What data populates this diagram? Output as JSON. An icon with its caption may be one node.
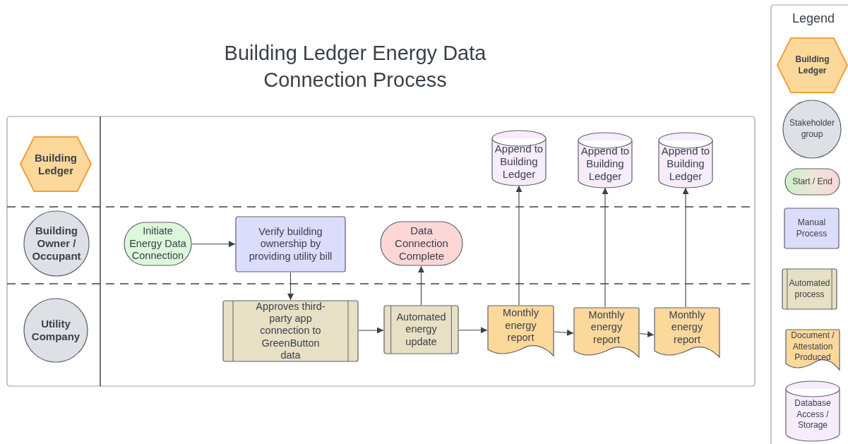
{
  "diagram": {
    "title": "Building Ledger Energy Data Connection Process",
    "nodes": [
      {
        "text": [
          "Building Ledger"
        ]
      },
      {
        "text": [
          "Building Owner / Occupant"
        ]
      },
      {
        "text": [
          "Utility Company"
        ]
      },
      {
        "text": [
          "Append to Building Ledger"
        ]
      },
      {
        "text": [
          "Append to Building Ledger"
        ]
      },
      {
        "text": [
          "Append to Building Ledger"
        ]
      },
      {
        "text": [
          "Initiate Energy Data Connection"
        ]
      },
      {
        "text": [
          "Verify building ownership by providing utility bill"
        ]
      },
      {
        "text": [
          "Data Connection Complete"
        ]
      },
      {
        "text": [
          "Approves third-party app connection to GreenButton data"
        ]
      },
      {
        "text": [
          "Automated energy update"
        ]
      },
      {
        "text": [
          "Monthly energy report"
        ]
      },
      {
        "text": [
          "Monthly energy report"
        ]
      },
      {
        "text": [
          "Monthly energy report"
        ]
      }
    ],
    "edges": [
      {
        "from": 6,
        "to": 7,
        "arrow": "to"
      },
      {
        "from": 7,
        "to": 9,
        "arrow": "to"
      },
      {
        "from": 9,
        "to": 10,
        "arrow": "to"
      },
      {
        "from": 10,
        "to": 8,
        "arrow": "to"
      },
      {
        "from": 10,
        "to": 11,
        "arrow": "to"
      },
      {
        "from": 11,
        "to": 3,
        "arrow": "to"
      },
      {
        "from": 11,
        "to": 12,
        "arrow": "to"
      },
      {
        "from": 12,
        "to": 4,
        "arrow": "to"
      },
      {
        "from": 12,
        "to": 13,
        "arrow": "to"
      },
      {
        "from": 13,
        "to": 5,
        "arrow": "to"
      }
    ],
    "labels": [
      "Legend"
    ],
    "legend": [
      {
        "text": "Building Ledger",
        "color": "#fdd89b"
      },
      {
        "text": "Stakeholder group",
        "color": "#dde1e5"
      },
      {
        "text": "Start / End"
      },
      {
        "text": "Manual Process",
        "color": "#dcdcfc"
      },
      {
        "text": "Automated process",
        "color": "#e8e0c4"
      },
      {
        "text": "Document / Attestation Produced",
        "color": "#fdd89b"
      },
      {
        "text": "Database Access / Storage",
        "color": "#f7ecfc"
      }
    ]
  }
}
